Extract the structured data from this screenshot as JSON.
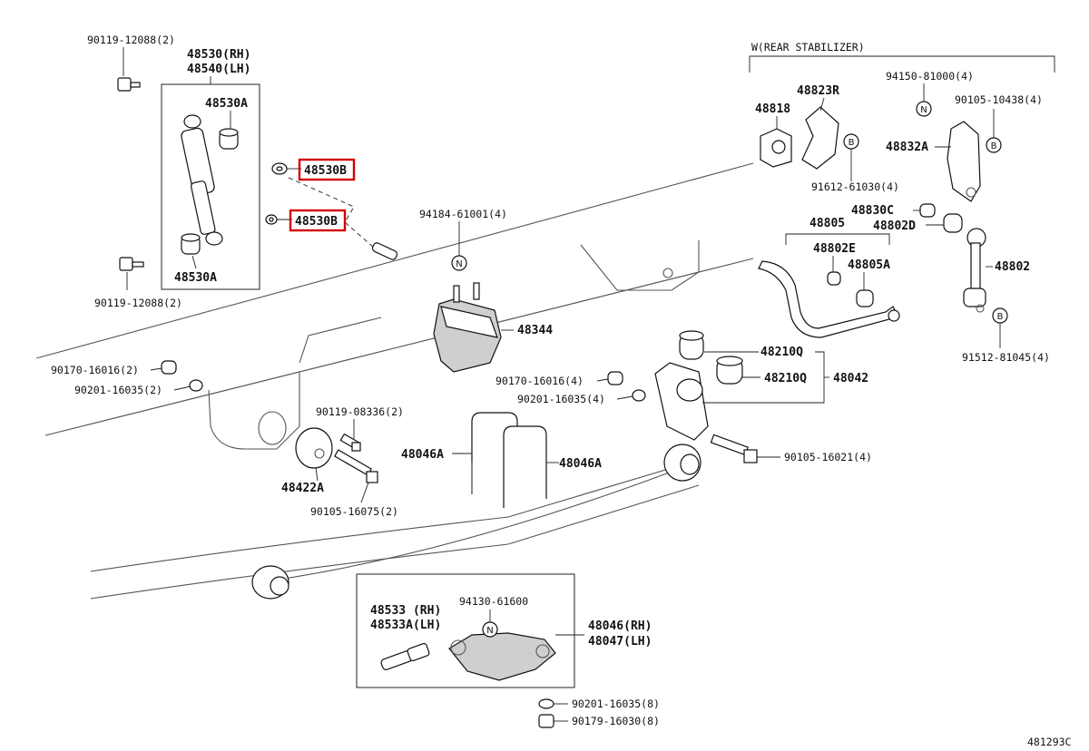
{
  "diagram_id": "481293C",
  "rear_stabilizer_label": "W(REAR STABILIZER)",
  "letters": {
    "b": "B",
    "n": "N"
  },
  "parts": {
    "p_90119_top": "90119-12088(2)",
    "p_48530_rh": "48530(RH)",
    "p_48540_lh": "48540(LH)",
    "p_48530a_top": "48530A",
    "p_48530b_1": "48530B",
    "p_48530b_2": "48530B",
    "p_48530a_bot": "48530A",
    "p_90119_bot": "90119-12088(2)",
    "p_94184": "94184-61001(4)",
    "p_48344": "48344",
    "p_90170_left": "90170-16016(2)",
    "p_90201_left": "90201-16035(2)",
    "p_90170_mid": "90170-16016(4)",
    "p_90201_mid": "90201-16035(4)",
    "p_90119_08336": "90119-08336(2)",
    "p_48046a_l": "48046A",
    "p_48046a_r": "48046A",
    "p_48422a": "48422A",
    "p_90105_16075": "90105-16075(2)",
    "p_48210q_1": "48210Q",
    "p_48210q_2": "48210Q",
    "p_48042": "48042",
    "p_90105_16021": "90105-16021(4)",
    "p_94150": "94150-81000(4)",
    "p_90105_10438": "90105-10438(4)",
    "p_48823r": "48823R",
    "p_48818": "48818",
    "p_48832a": "48832A",
    "p_91612": "91612-61030(4)",
    "p_48830c": "48830C",
    "p_48805": "48805",
    "p_48802d": "48802D",
    "p_48802e": "48802E",
    "p_48805a": "48805A",
    "p_48802": "48802",
    "p_91512": "91512-81045(4)",
    "p_48533_rh": "48533 (RH)",
    "p_48533a_lh": "48533A(LH)",
    "p_94130": "94130-61600",
    "p_48046_rh": "48046(RH)",
    "p_48047_lh": "48047(LH)",
    "p_90201_bot": "90201-16035(8)",
    "p_90179": "90179-16030(8)"
  }
}
